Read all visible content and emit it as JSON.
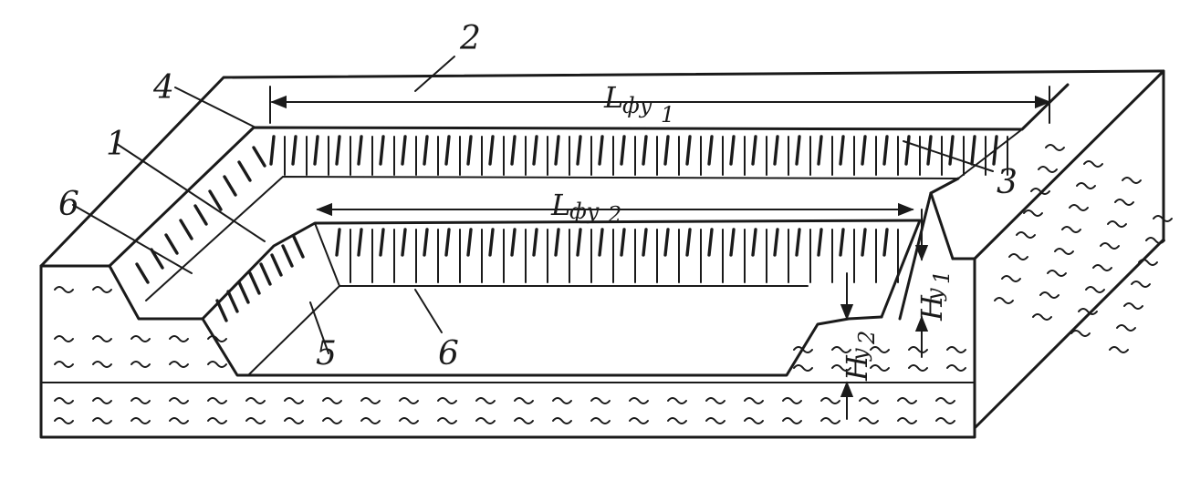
{
  "labels": {
    "n1": "1",
    "n2": "2",
    "n3": "3",
    "n4": "4",
    "n5": "5",
    "n6_left": "6",
    "n6_bottom": "6"
  },
  "dimensions": {
    "length_outer": {
      "main": "L",
      "sub": "фу",
      "index": "1"
    },
    "length_inner": {
      "main": "L",
      "sub": "фу",
      "index": "2"
    },
    "height_outer": {
      "main": "H",
      "sub": "у",
      "index": "1"
    },
    "height_inner": {
      "main": "H",
      "sub": "у",
      "index": "2"
    }
  }
}
